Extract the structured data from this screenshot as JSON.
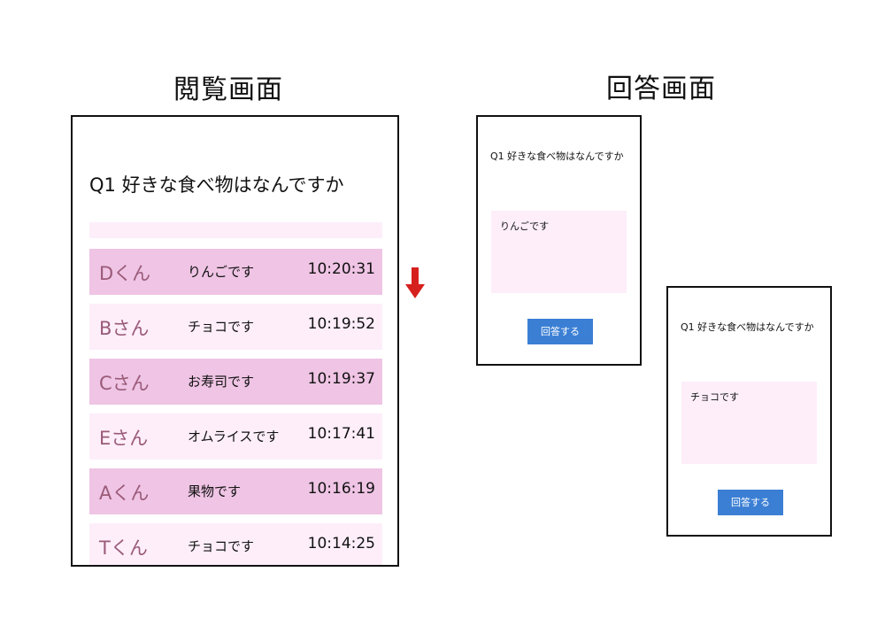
{
  "headings": {
    "view": "閲覧画面",
    "answer": "回答画面"
  },
  "view_screen": {
    "question": "Q1 好きな食べ物はなんですか",
    "responses": [
      {
        "name": "Dくん",
        "answer": "りんごです",
        "time": "10:20:31",
        "shade": "dark"
      },
      {
        "name": "Bさん",
        "answer": "チョコです",
        "time": "10:19:52",
        "shade": "light"
      },
      {
        "name": "Cさん",
        "answer": "お寿司です",
        "time": "10:19:37",
        "shade": "dark"
      },
      {
        "name": "Eさん",
        "answer": "オムライスです",
        "time": "10:17:41",
        "shade": "light"
      },
      {
        "name": "Aくん",
        "answer": "果物です",
        "time": "10:16:19",
        "shade": "dark"
      },
      {
        "name": "Tくん",
        "answer": "チョコです",
        "time": "10:14:25",
        "shade": "light"
      }
    ]
  },
  "answer_screens": [
    {
      "question": "Q1 好きな食べ物はなんですか",
      "answer_text": "りんごです",
      "button_label": "回答する"
    },
    {
      "question": "Q1 好きな食べ物はなんですか",
      "answer_text": "チョコです",
      "button_label": "回答する"
    }
  ],
  "colors": {
    "row_dark": "#efc4e4",
    "row_light": "#fdeefa",
    "name_text": "#9a5a78",
    "button": "#3b7fd4",
    "arrow": "#d6201e"
  },
  "icons": {
    "scroll_indicator": "down-arrow-icon"
  }
}
